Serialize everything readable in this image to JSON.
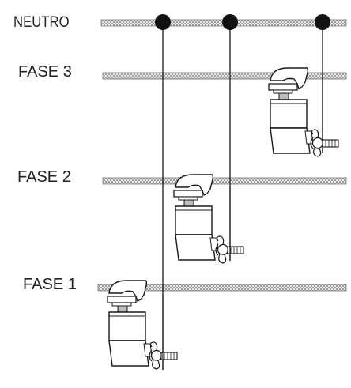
{
  "labels": {
    "neutro": "NEUTRO",
    "fase3": "FASE 3",
    "fase2": "FASE 2",
    "fase1": "FASE 1"
  },
  "colors": {
    "line": "#1a1a1a",
    "hatch": "#8a8a8a",
    "text": "#222222",
    "dot": "#111111"
  },
  "icons": [
    "insulator-clamp-icon",
    "wing-nut-icon",
    "connection-dot-icon"
  ]
}
